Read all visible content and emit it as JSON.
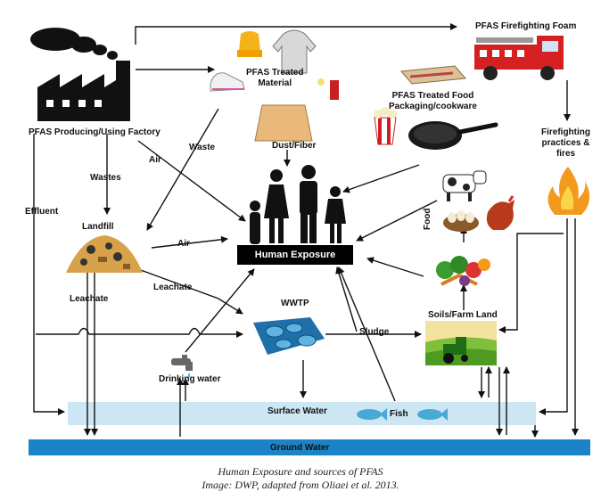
{
  "diagram": {
    "nodes": {
      "factory": "PFAS Producing/Using Factory",
      "foam": "PFAS Firefighting Foam",
      "treated_material": "PFAS Treated\nMaterial",
      "food_packaging": "PFAS Treated Food\nPackaging/cookware",
      "firefighting": "Firefighting\npractices &\nfires",
      "landfill": "Landfill",
      "human_exposure": "Human Exposure",
      "wwtp": "WWTP",
      "soils": "Soils/Farm Land",
      "drinking_water": "Drinking water",
      "surface_water": "Surface Water",
      "ground_water": "Ground Water",
      "fish": "Fish"
    },
    "edge_labels": {
      "waste": "Waste",
      "dust_fiber": "Dust/Fiber",
      "air_factory": "Air",
      "wastes": "Wastes",
      "effluent": "Effluent",
      "air_landfill": "Air",
      "leachate_down": "Leachate",
      "leachate_wwtp": "Leachate",
      "sludge": "Sludge",
      "food": "Food"
    }
  },
  "caption": {
    "line1": "Human Exposure and sources of PFAS",
    "line2": "Image: DWP, adapted from Oliaei et al. 2013."
  },
  "colors": {
    "ground_water": "#1b84c6",
    "surface_water": "#cce6f3",
    "fire_truck": "#d42020",
    "fire": "#f39a1e"
  }
}
